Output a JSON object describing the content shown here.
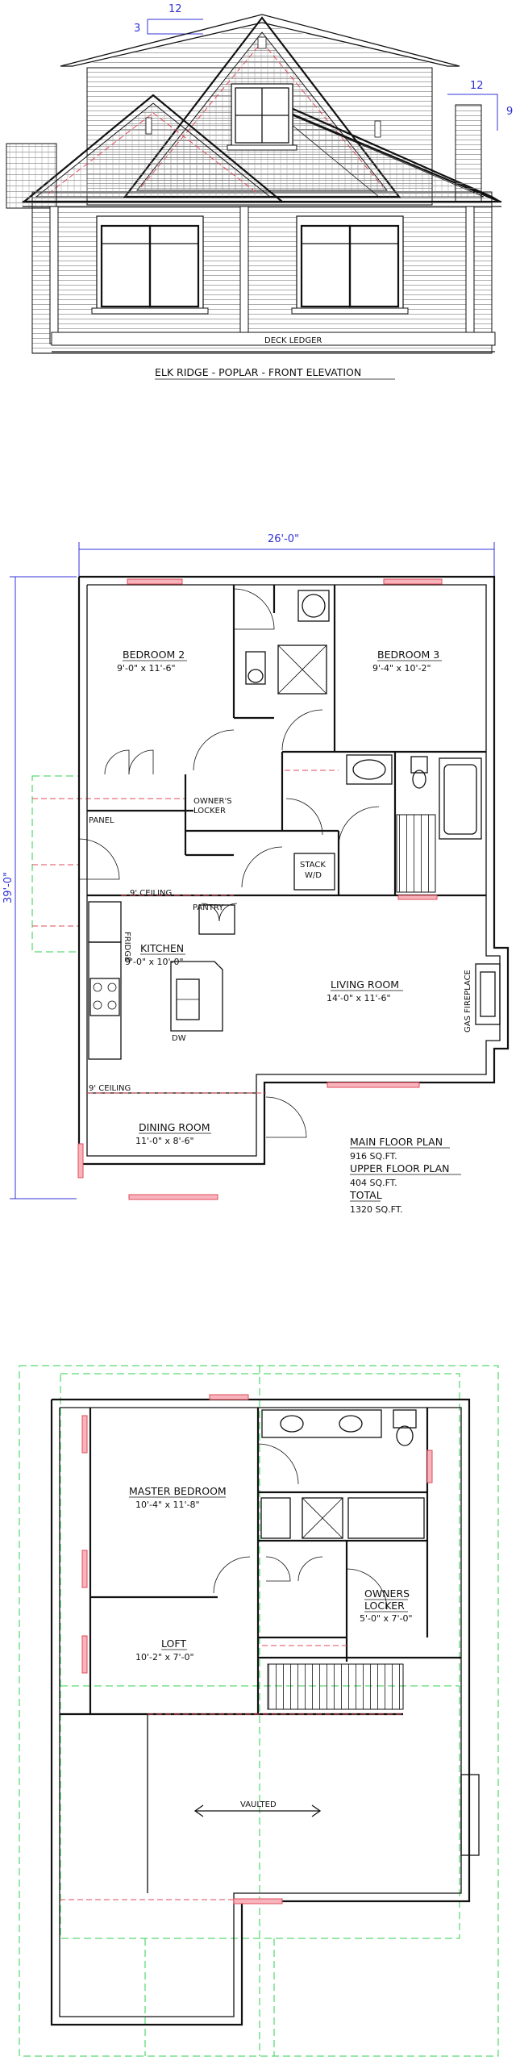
{
  "elevation": {
    "pitch_main_rise": "3",
    "pitch_main_run": "12",
    "pitch_side_run": "12",
    "pitch_side_rise": "9",
    "deck_ledger": "DECK LEDGER",
    "title": "ELK RIDGE - POPLAR - FRONT ELEVATION"
  },
  "main_floor": {
    "width_dim": "26'-0\"",
    "depth_dim": "39'-0\"",
    "rooms": {
      "bedroom2": {
        "name": "BEDROOM 2",
        "size": "9'-0\" x 11'-6\""
      },
      "bedroom3": {
        "name": "BEDROOM 3",
        "size": "9'-4\" x 10'-2\""
      },
      "kitchen": {
        "name": "KITCHEN",
        "size": "9'-0\" x 10'-0\""
      },
      "living": {
        "name": "LIVING ROOM",
        "size": "14'-0\" x 11'-6\""
      },
      "dining": {
        "name": "DINING ROOM",
        "size": "11'-0\" x 8'-6\""
      }
    },
    "labels": {
      "owners_locker_1": "OWNER'S",
      "owners_locker_2": "LOCKER",
      "panel": "PANEL",
      "ceiling_1": "9' CEILING",
      "ceiling_2": "9' CEILING",
      "pantry": "PANTRY",
      "fridge": "FRIDGE",
      "dw": "DW",
      "stack_1": "STACK",
      "stack_2": "W/D",
      "fireplace": "GAS FIREPLACE"
    },
    "area_summary": {
      "main_label": "MAIN FLOOR PLAN",
      "main_value": "916 SQ.FT.",
      "upper_label": "UPPER FLOOR PLAN",
      "upper_value": "404 SQ.FT.",
      "total_label": "TOTAL",
      "total_value": "1320 SQ.FT."
    }
  },
  "upper_floor": {
    "rooms": {
      "master": {
        "name": "MASTER BEDROOM",
        "size": "10'-4\" x 11'-8\""
      },
      "loft": {
        "name": "LOFT",
        "size": "10'-2\" x 7'-0\""
      },
      "locker": {
        "name": "OWNERS",
        "name2": "LOCKER",
        "size": "5'-0\" x 7'-0\""
      }
    },
    "vaulted": "VAULTED"
  },
  "colors": {
    "linework": "#111111",
    "dimension_blue": "#3030d8",
    "hidden_red": "#e24a5a",
    "outline_green": "#2fd24f"
  }
}
